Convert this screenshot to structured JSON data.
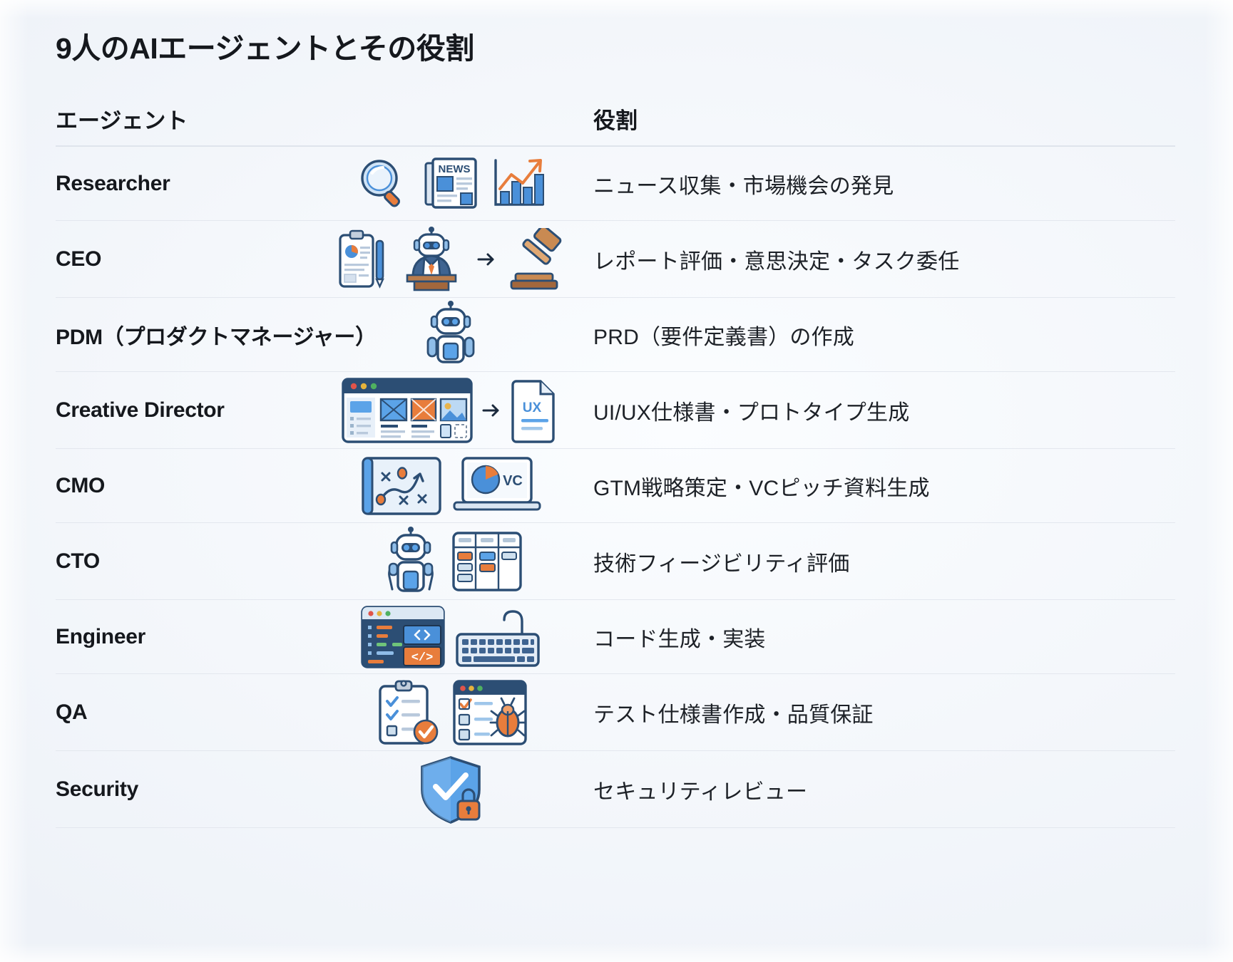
{
  "title": "9人のAIエージェントとその役割",
  "table": {
    "headers": {
      "agent": "エージェント",
      "role": "役割"
    },
    "rows": [
      {
        "agent": "Researcher",
        "role": "ニュース収集・市場機会の発見",
        "icons": [
          "magnifying-glass-icon",
          "newspaper-news-icon",
          "bar-chart-growth-icon"
        ],
        "news_label": "NEWS"
      },
      {
        "agent": "CEO",
        "role": "レポート評価・意思決定・タスク委任",
        "icons": [
          "clipboard-report-pen-icon",
          "robot-at-podium-icon",
          "arrow-right-icon",
          "gavel-icon"
        ]
      },
      {
        "agent": "PDM（プロダクトマネージャー）",
        "role": "PRD（要件定義書）の作成",
        "icons": [
          "robot-icon"
        ]
      },
      {
        "agent": "Creative Director",
        "role": "UI/UX仕様書・プロトタイプ生成",
        "icons": [
          "browser-wireframe-icon",
          "arrow-right-icon",
          "ux-document-icon"
        ],
        "ux_label": "UX"
      },
      {
        "agent": "CMO",
        "role": "GTM戦略策定・VCピッチ資料生成",
        "icons": [
          "strategy-map-icon",
          "laptop-pie-chart-icon"
        ],
        "vc_label": "VC"
      },
      {
        "agent": "CTO",
        "role": "技術フィージビリティ評価",
        "icons": [
          "robot-icon",
          "kanban-board-icon"
        ]
      },
      {
        "agent": "Engineer",
        "role": "コード生成・実装",
        "icons": [
          "code-editor-icon",
          "keyboard-icon"
        ],
        "code_label": "</>"
      },
      {
        "agent": "QA",
        "role": "テスト仕様書作成・品質保証",
        "icons": [
          "checklist-clipboard-icon",
          "bug-browser-icon"
        ]
      },
      {
        "agent": "Security",
        "role": "セキュリティレビュー",
        "icons": [
          "shield-check-lock-icon"
        ]
      }
    ]
  },
  "colors": {
    "accent_blue": "#4a90d9",
    "dark_blue": "#2c4e74",
    "accent_orange": "#e87d3c",
    "text": "#15181d",
    "rule": "#e3e7ee",
    "background": "#f3f6fa"
  }
}
